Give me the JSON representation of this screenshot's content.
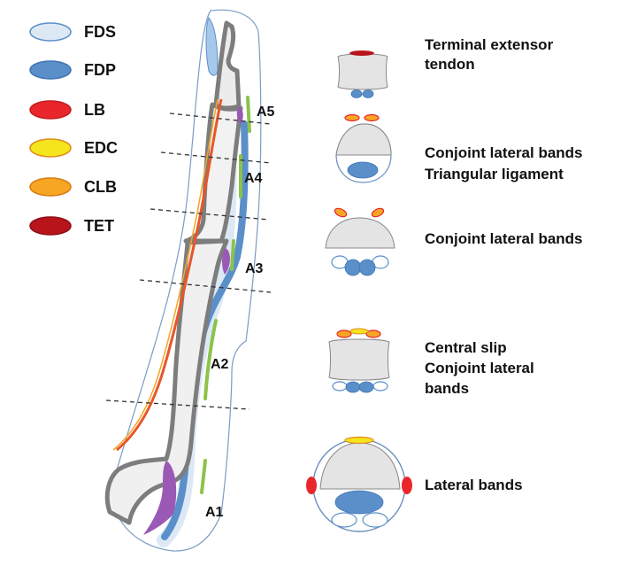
{
  "legend": [
    {
      "label": "FDS",
      "fill": "#dce9f5",
      "stroke": "#5b8fc9"
    },
    {
      "label": "FDP",
      "fill": "#5b8fc9",
      "stroke": "#3f74b3"
    },
    {
      "label": "LB",
      "fill": "#e8262b",
      "stroke": "#c41a1f"
    },
    {
      "label": "EDC",
      "fill": "#f5e51c",
      "stroke": "#e08a1e"
    },
    {
      "label": "CLB",
      "fill": "#f6a623",
      "stroke": "#d97a12"
    },
    {
      "label": "TET",
      "fill": "#b8141c",
      "stroke": "#8e0f15"
    }
  ],
  "pulleys": [
    "A5",
    "A4",
    "A3",
    "A2",
    "A1"
  ],
  "sections": [
    {
      "lines": [
        "Terminal extensor",
        "tendon"
      ]
    },
    {
      "lines": [
        "Conjoint lateral bands",
        "Triangular ligament"
      ]
    },
    {
      "lines": [
        "Conjoint lateral bands"
      ]
    },
    {
      "lines": [
        "Central slip",
        "Conjoint lateral",
        "bands"
      ]
    },
    {
      "lines": [
        "Lateral bands"
      ]
    }
  ],
  "colors": {
    "outline": "#7a9cc4",
    "bone": "#7d7d7d",
    "bone_fill": "#e4e4e4",
    "pulley": "#8bc34a",
    "plate": "#9b59b6",
    "dashed": "#333333"
  }
}
